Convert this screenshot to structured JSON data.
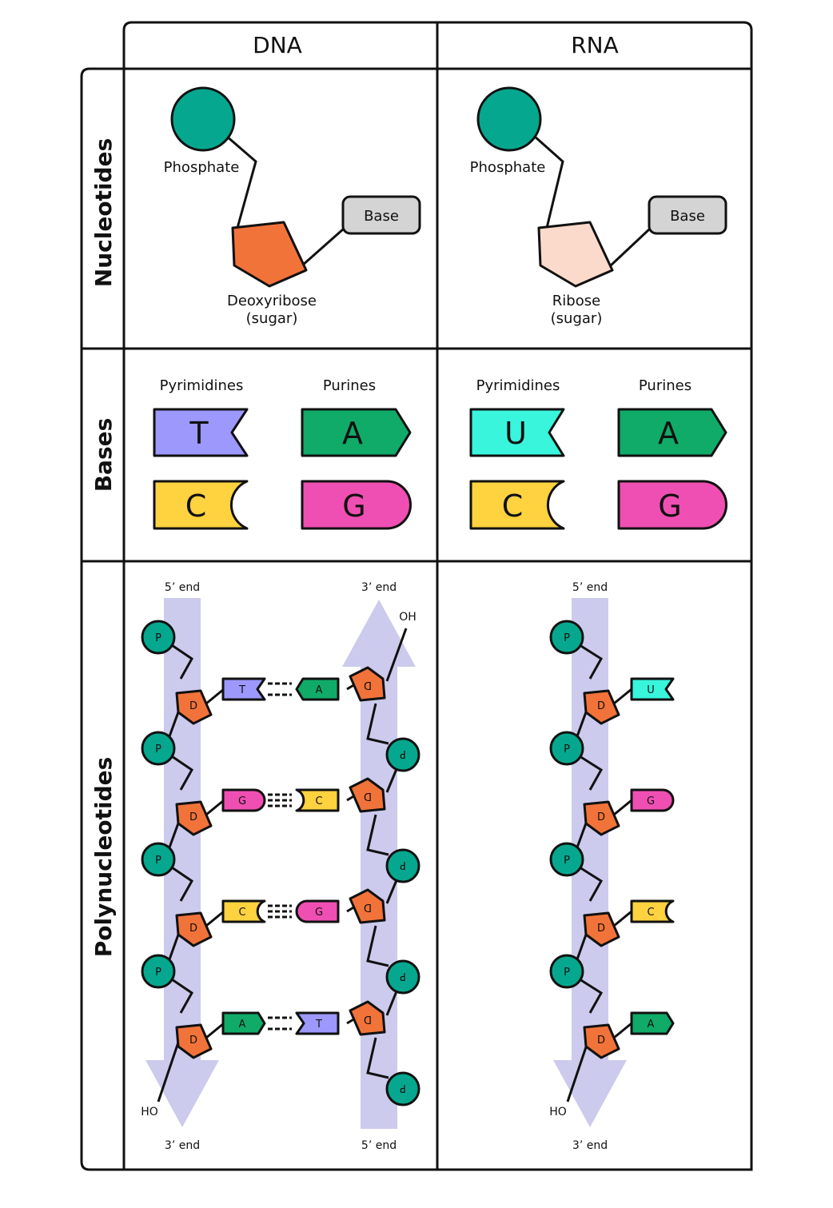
{
  "columns": {
    "dna": "DNA",
    "rna": "RNA"
  },
  "rows": {
    "nucleotides": "Nucleotides",
    "bases": "Bases",
    "polynucleotides": "Polynucleotides"
  },
  "colors": {
    "phosphate": "#05a88e",
    "deoxyribose": "#f2733a",
    "ribose": "#fbdacb",
    "base_box": "#d4d4d4",
    "thymine": "#9c98fc",
    "uracil": "#38f5dc",
    "cytosine": "#ffd23f",
    "adenine": "#10ab68",
    "guanine": "#ef4fb2",
    "strand_arrow": "#cccbed",
    "outline": "#111111"
  },
  "nucleotides": {
    "dna": {
      "phosphate": "Phosphate",
      "base": "Base",
      "sugar_line1": "Deoxyribose",
      "sugar_line2": "(sugar)"
    },
    "rna": {
      "phosphate": "Phosphate",
      "base": "Base",
      "sugar_line1": "Ribose",
      "sugar_line2": "(sugar)"
    }
  },
  "bases": {
    "dna": {
      "pyrimidines_label": "Pyrimidines",
      "purines_label": "Purines",
      "pyrimidines": [
        "T",
        "C"
      ],
      "purines": [
        "A",
        "G"
      ]
    },
    "rna": {
      "pyrimidines_label": "Pyrimidines",
      "purines_label": "Purines",
      "pyrimidines": [
        "U",
        "C"
      ],
      "purines": [
        "A",
        "G"
      ]
    }
  },
  "polynucleotides": {
    "dna": {
      "left_strand": {
        "top_label": "5’ end",
        "bottom_label": "3’ end",
        "terminal": "HO",
        "bases": [
          "T",
          "G",
          "C",
          "A"
        ]
      },
      "right_strand": {
        "top_label": "3’ end",
        "bottom_label": "5’ end",
        "terminal": "OH",
        "bases": [
          "A",
          "C",
          "G",
          "T"
        ]
      },
      "phosphate_symbol": "P",
      "sugar_symbol": "D",
      "hydrogen_bonds": [
        2,
        3,
        3,
        2
      ]
    },
    "rna": {
      "strand": {
        "top_label": "5’ end",
        "bottom_label": "3’ end",
        "terminal": "HO",
        "bases": [
          "U",
          "G",
          "C",
          "A"
        ]
      },
      "phosphate_symbol": "P",
      "sugar_symbol": "D"
    }
  }
}
